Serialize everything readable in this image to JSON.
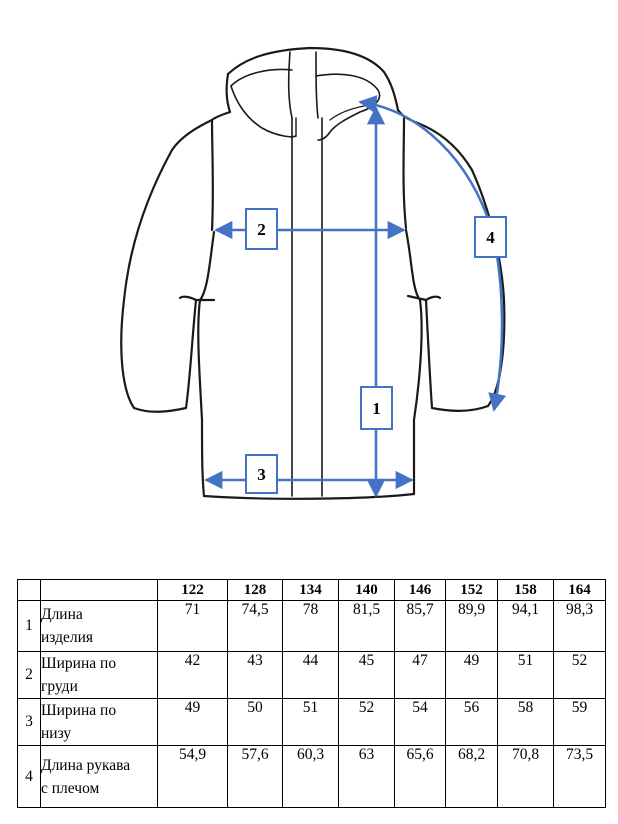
{
  "diagram": {
    "accent_color": "#4472C4",
    "outline_color": "#1a1a1a",
    "labels": [
      "1",
      "2",
      "3",
      "4"
    ]
  },
  "table": {
    "sizes": [
      "122",
      "128",
      "134",
      "140",
      "146",
      "152",
      "158",
      "164"
    ],
    "rows": [
      {
        "index": "1",
        "name_line1": "Длина",
        "name_line2": "изделия",
        "values": [
          "71",
          "74,5",
          "78",
          "81,5",
          "85,7",
          "89,9",
          "94,1",
          "98,3"
        ]
      },
      {
        "index": "2",
        "name_line1": "Ширина по",
        "name_line2": "груди",
        "values": [
          "42",
          "43",
          "44",
          "45",
          "47",
          "49",
          "51",
          "52"
        ]
      },
      {
        "index": "3",
        "name_line1": "Ширина по",
        "name_line2": "низу",
        "values": [
          "49",
          "50",
          "51",
          "52",
          "54",
          "56",
          "58",
          "59"
        ]
      },
      {
        "index": "4",
        "name_line1": "Длина рукава",
        "name_line2": "с плечом",
        "values": [
          "54,9",
          "57,6",
          "60,3",
          "63",
          "65,6",
          "68,2",
          "70,8",
          "73,5"
        ]
      }
    ]
  }
}
